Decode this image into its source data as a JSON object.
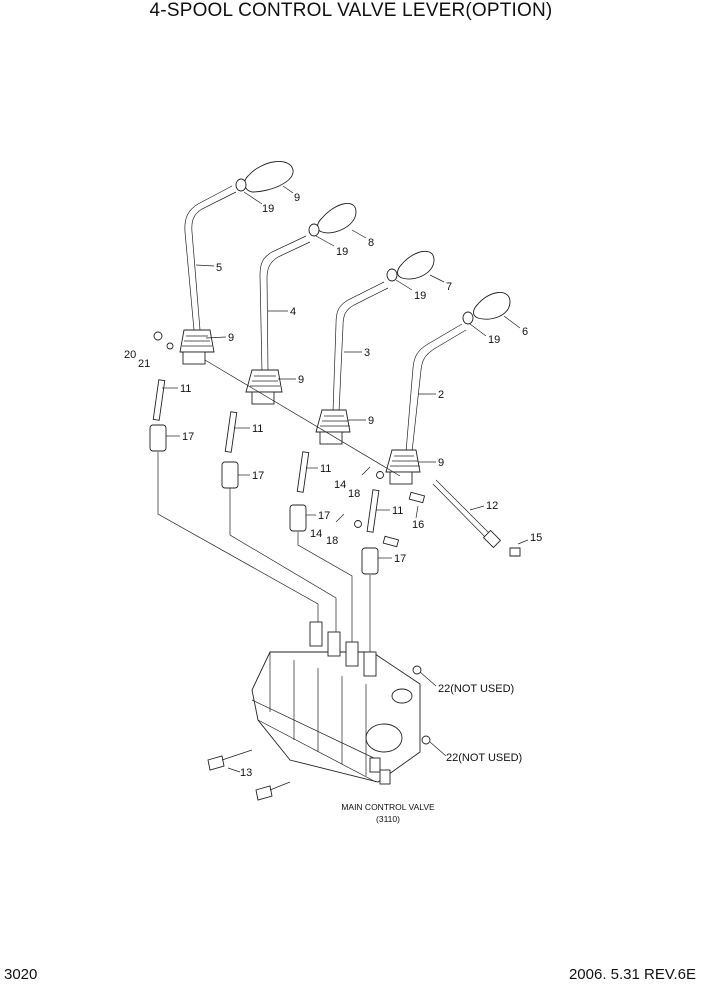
{
  "title": "4-SPOOL CONTROL VALVE LEVER(OPTION)",
  "page_number": "3020",
  "revision": "2006. 5.31  REV.6E",
  "callouts": {
    "c9a": "9",
    "c19a": "19",
    "c5": "5",
    "c9b": "9",
    "c8": "8",
    "c19b": "19",
    "c4": "4",
    "c9c": "9",
    "c7": "7",
    "c19c": "19",
    "c3": "3",
    "c9d": "9",
    "c6": "6",
    "c19d": "19",
    "c2": "2",
    "c9e": "9",
    "c20": "20",
    "c21": "21",
    "c11a": "11",
    "c11b": "11",
    "c11c": "11",
    "c11d": "11",
    "c17a": "17",
    "c17b": "17",
    "c17c": "17",
    "c17d": "17",
    "c14a": "14",
    "c18a": "18",
    "c14b": "14",
    "c18b": "18",
    "c12": "12",
    "c15": "15",
    "c16": "16",
    "c22a": "22(NOT USED)",
    "c22b": "22(NOT USED)",
    "c13": "13"
  },
  "valve_caption": {
    "name": "MAIN CONTROL VALVE",
    "code": "(3110)"
  }
}
